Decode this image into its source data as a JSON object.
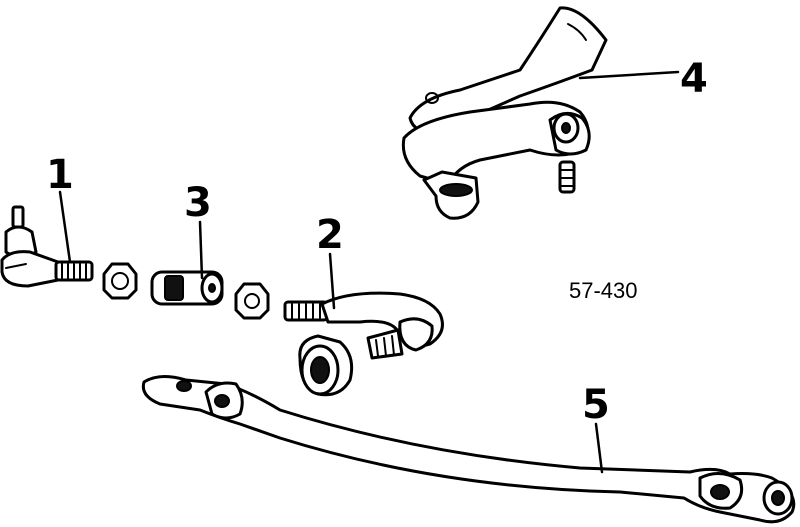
{
  "callouts": {
    "c1": "1",
    "c2": "2",
    "c3": "3",
    "c4": "4",
    "c5": "5"
  },
  "reference_number": "57-430"
}
